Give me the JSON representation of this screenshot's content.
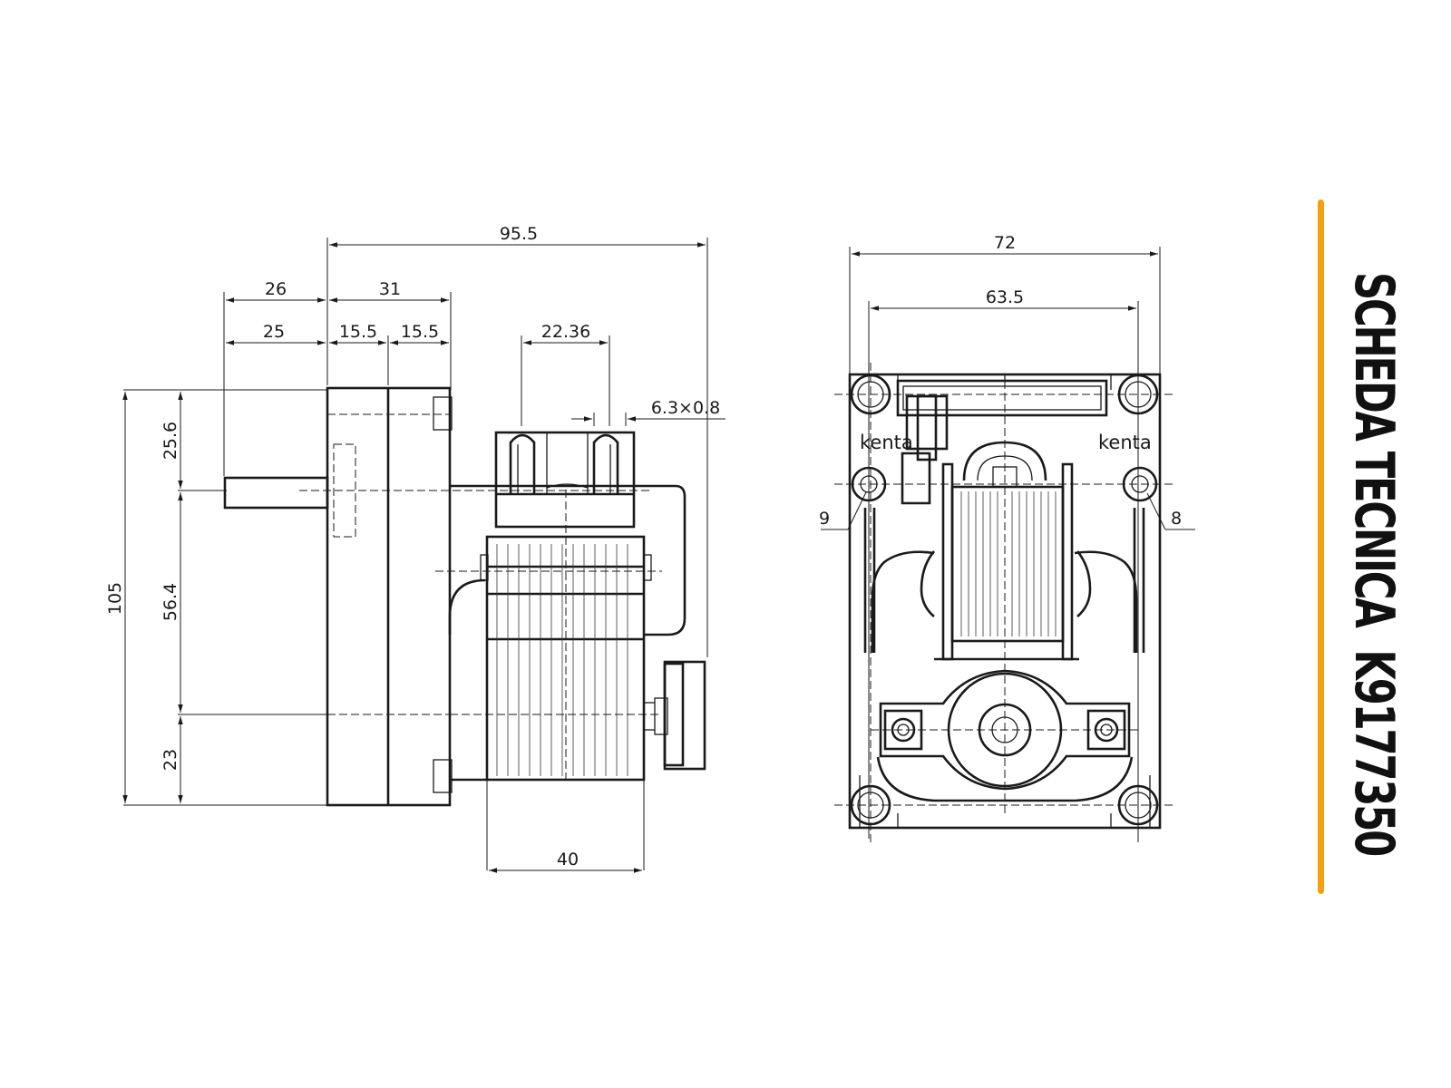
{
  "title": {
    "text": "SCHEDA TECNICA  K9177350",
    "bar_color": "#f5a10f"
  },
  "side_view": {
    "dims": {
      "overall_length": "95.5",
      "shaft_section": "26",
      "gearbox_width": "31",
      "shaft_length": "25",
      "gearbox_half_a": "15.5",
      "gearbox_half_b": "15.5",
      "terminal_spacing": "22.36",
      "terminal_size": "6.3×0.8",
      "total_height": "105",
      "shaft_to_top": "25.6",
      "shaft_to_bottom_axis": "56.4",
      "bottom_offset": "23",
      "motor_width": "40"
    }
  },
  "front_view": {
    "dims": {
      "overall_width": "72",
      "hole_spacing": "63.5",
      "left_hole_dia": "9",
      "right_hole_dia": "8"
    },
    "brand_left": "kenta",
    "brand_right": "kenta"
  }
}
